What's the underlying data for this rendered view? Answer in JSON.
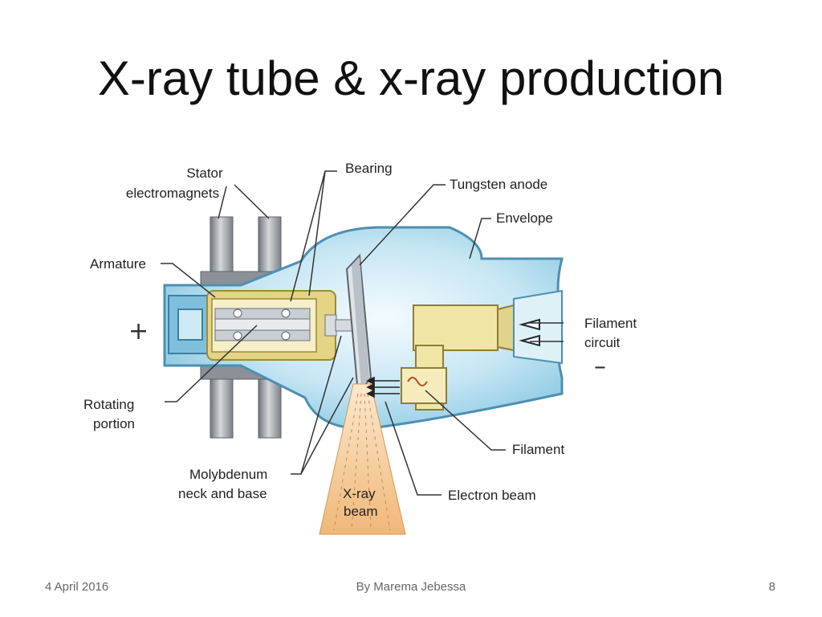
{
  "slide": {
    "title": "X-ray tube & x-ray production",
    "footer": {
      "date": "4 April 2016",
      "author": "By Marema Jebessa",
      "page": "8"
    }
  },
  "diagram": {
    "labels": {
      "stator_line1": "Stator",
      "stator_line2": "electromagnets",
      "bearing": "Bearing",
      "tungsten_anode": "Tungsten anode",
      "envelope": "Envelope",
      "armature": "Armature",
      "filament_circuit_line1": "Filament",
      "filament_circuit_line2": "circuit",
      "rotating_line1": "Rotating",
      "rotating_line2": "portion",
      "filament": "Filament",
      "molybdenum_line1": "Molybdenum",
      "molybdenum_line2": "neck and base",
      "xray_beam_line1": "X-ray",
      "xray_beam_line2": "beam",
      "electron_beam": "Electron beam"
    },
    "symbols": {
      "positive": "+",
      "negative": "–"
    },
    "colors": {
      "envelope_fill": "#a9d8ec",
      "envelope_stroke": "#5a9ab8",
      "glass_highlight": "#e6f4fb",
      "stator": "#9aa0a6",
      "rotor_gold": "#e6d88c",
      "cathode_yellow": "#efe3a3",
      "xray_beam": "#f3c48f",
      "leader": "#333333"
    }
  }
}
